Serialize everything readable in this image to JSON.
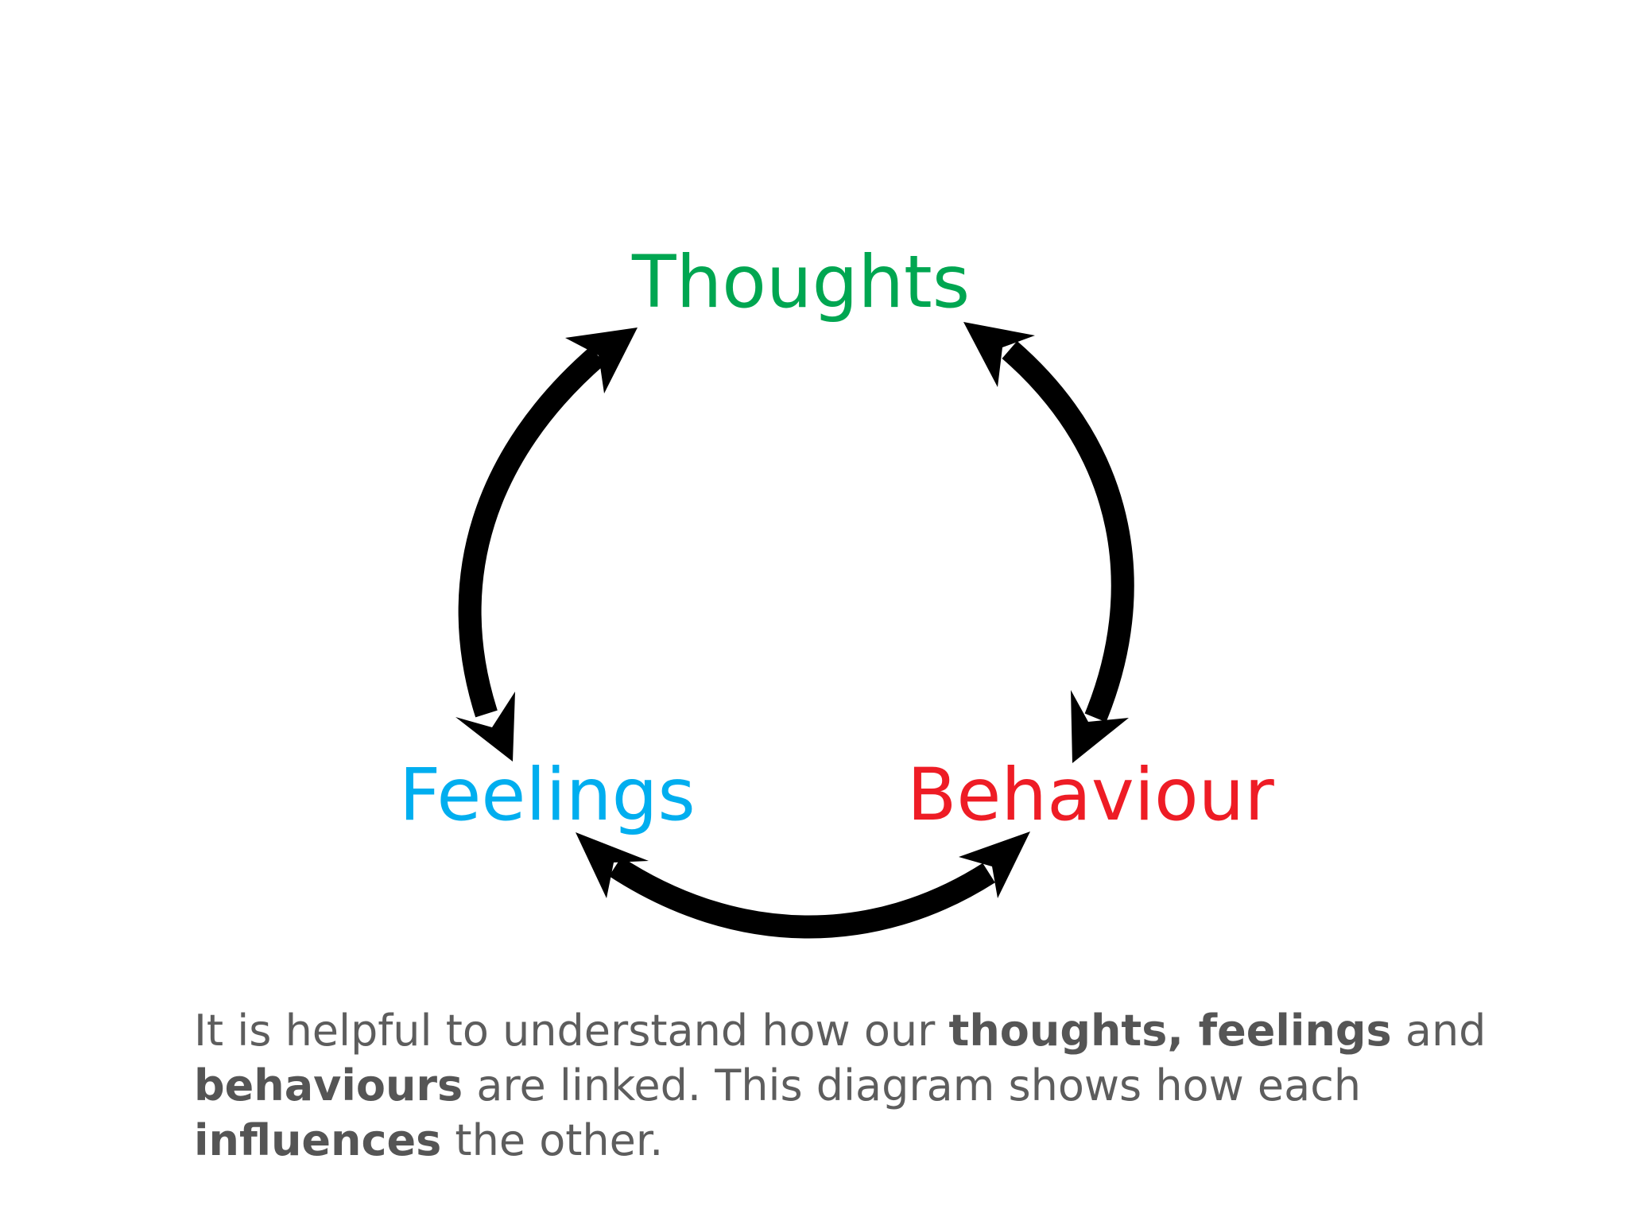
{
  "diagram": {
    "nodes": {
      "thoughts": {
        "label": "Thoughts",
        "color": "#00a651"
      },
      "feelings": {
        "label": "Feelings",
        "color": "#00aeef"
      },
      "behaviour": {
        "label": "Behaviour",
        "color": "#ee1c25"
      }
    },
    "edges": [
      {
        "from": "thoughts",
        "to": "feelings",
        "direction": "both"
      },
      {
        "from": "thoughts",
        "to": "behaviour",
        "direction": "both"
      },
      {
        "from": "feelings",
        "to": "behaviour",
        "direction": "both"
      }
    ],
    "arrow_color": "#000000"
  },
  "caption": {
    "t1": "It is helpful to understand how our ",
    "b1": "thoughts, feelings",
    "t2": " and ",
    "b2": "behaviours",
    "t3": " are linked.  This diagram shows how each ",
    "b3": "influences",
    "t4": " the other."
  }
}
